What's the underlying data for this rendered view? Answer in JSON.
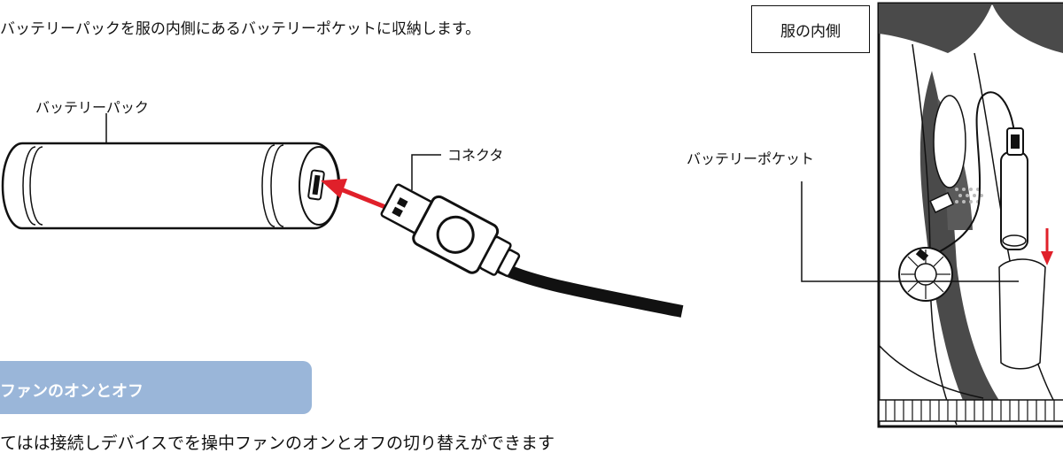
{
  "instruction": "バッテリーパックを服の内側にあるバッテリーポケットに収納します。",
  "labels": {
    "battery_pack": "バッテリーパック",
    "connector": "コネクタ",
    "battery_pocket": "バッテリーポケット",
    "inside_of_garment": "服の内側"
  },
  "section": {
    "title": "ファンのオンとオフ",
    "body_partial": "てはは接続しデバイスでを操中ファンのオンとオフの切り替えができます"
  },
  "colors": {
    "arrow": "#e0202a",
    "section_bg": "#9ab6d9",
    "garment_dark": "#4a4a4a"
  }
}
